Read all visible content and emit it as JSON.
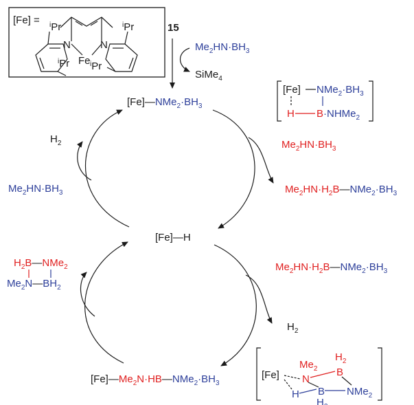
{
  "legend": {
    "fe_label": "[Fe] =",
    "n_left": "N",
    "n_right": "N",
    "fe_center": "Fe",
    "ipr_top_left": "Pr",
    "ipr_top_right": "Pr",
    "ipr_mid_left": "Pr",
    "ipr_mid_right": "Pr",
    "ipr_sup": "i"
  },
  "entry": {
    "compound_number": "15",
    "reagent": "Me",
    "reagent_rest": "HN·BH",
    "byproduct": "SiMe",
    "sub2": "2",
    "sub3": "3",
    "sub4": "4"
  },
  "species": {
    "fe_nme2bh3_a": "[Fe]",
    "fe_nme2bh3_b": "NMe",
    "fe_nme2bh3_c": "·BH",
    "fe_h_a": "[Fe]",
    "fe_h_b": "H",
    "fe_bottom_a": "[Fe]",
    "fe_bottom_b": "Me",
    "fe_bottom_c": "N·HB",
    "fe_bottom_d": "NMe",
    "fe_bottom_e": "·BH"
  },
  "upper_cycle": {
    "h2_out": "H",
    "mehnbh3_in_left": "Me",
    "mehnbh3_in_left_rest": "HN·BH",
    "mehnbh3_in_right": "Me",
    "mehnbh3_in_right_rest": "HN·BH",
    "product_a": "Me",
    "product_b": "HN·H",
    "product_c": "B",
    "product_d": "NMe",
    "product_e": "·BH"
  },
  "lower_cycle": {
    "substrate_a": "Me",
    "substrate_b": "HN·H",
    "substrate_c": "B",
    "substrate_d": "NMe",
    "substrate_e": "·BH",
    "h2_out": "H",
    "cyclo_h2b": "H",
    "cyclo_b_top": "B",
    "cyclo_nme2_top": "NMe",
    "cyclo_me2n": "Me",
    "cyclo_n": "N",
    "cyclo_bh2": "BH"
  },
  "ts_top": {
    "fe": "[Fe]",
    "nme2": "NMe",
    "bh3": "·BH",
    "h": "H",
    "b": "B",
    "nhme2": "·NHMe"
  },
  "ts_bottom": {
    "fe": "[Fe]",
    "me2": "Me",
    "n": "N",
    "h2_top": "H",
    "b_top": "B",
    "h": "H",
    "b_bottom": "B",
    "h2_bottom": "H",
    "nme2": "NMe"
  },
  "colors": {
    "black": "#1a1a1a",
    "blue": "#2d3f9a",
    "red": "#e02020"
  }
}
